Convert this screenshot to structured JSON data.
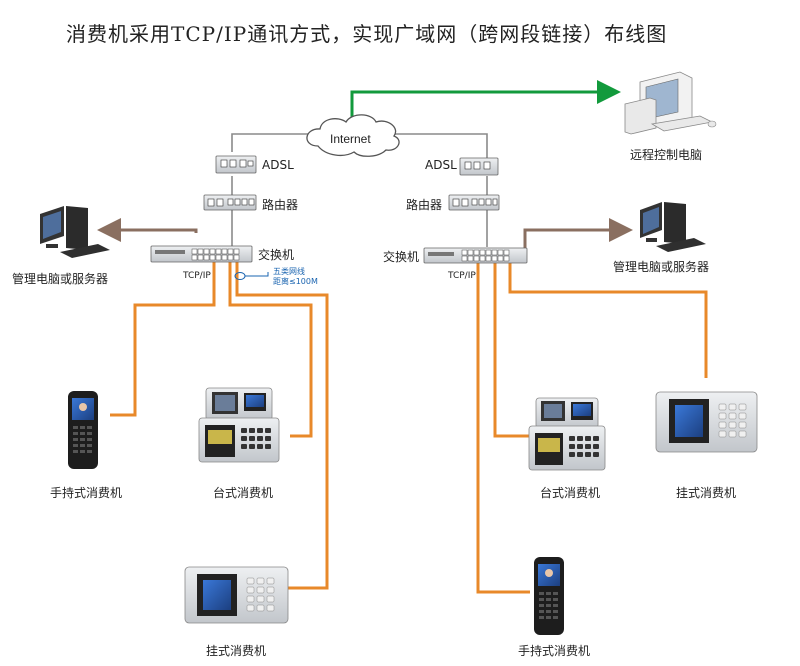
{
  "title": "消费机采用TCP/IP通讯方式，实现广域网（跨网段链接）布线图",
  "internet_label": "Internet",
  "left": {
    "adsl_label": "ADSL",
    "router_label": "路由器",
    "switch_label": "交换机",
    "tcpip_label": "TCP/IP",
    "cable_note_1": "五类网线",
    "cable_note_2": "距离≤100M",
    "mgmt_label": "管理电脑或服务器",
    "handheld_label": "手持式消费机",
    "desktop_label": "台式消费机",
    "wall_label": "挂式消费机"
  },
  "right": {
    "adsl_label": "ADSL",
    "router_label": "路由器",
    "switch_label": "交换机",
    "tcpip_label": "TCP/IP",
    "mgmt_label": "管理电脑或服务器",
    "remote_label": "远程控制电脑",
    "desktop_label": "台式消费机",
    "wall_label": "挂式消费机",
    "handheld_label": "手持式消费机"
  },
  "colors": {
    "cable": "#e8892a",
    "internet_link": "#129a3c",
    "mgmt_link": "#8a6f60",
    "device_dark": "#2b2b2b",
    "device_silver": "#cfd2d6",
    "note_blue": "#1a64b0"
  }
}
